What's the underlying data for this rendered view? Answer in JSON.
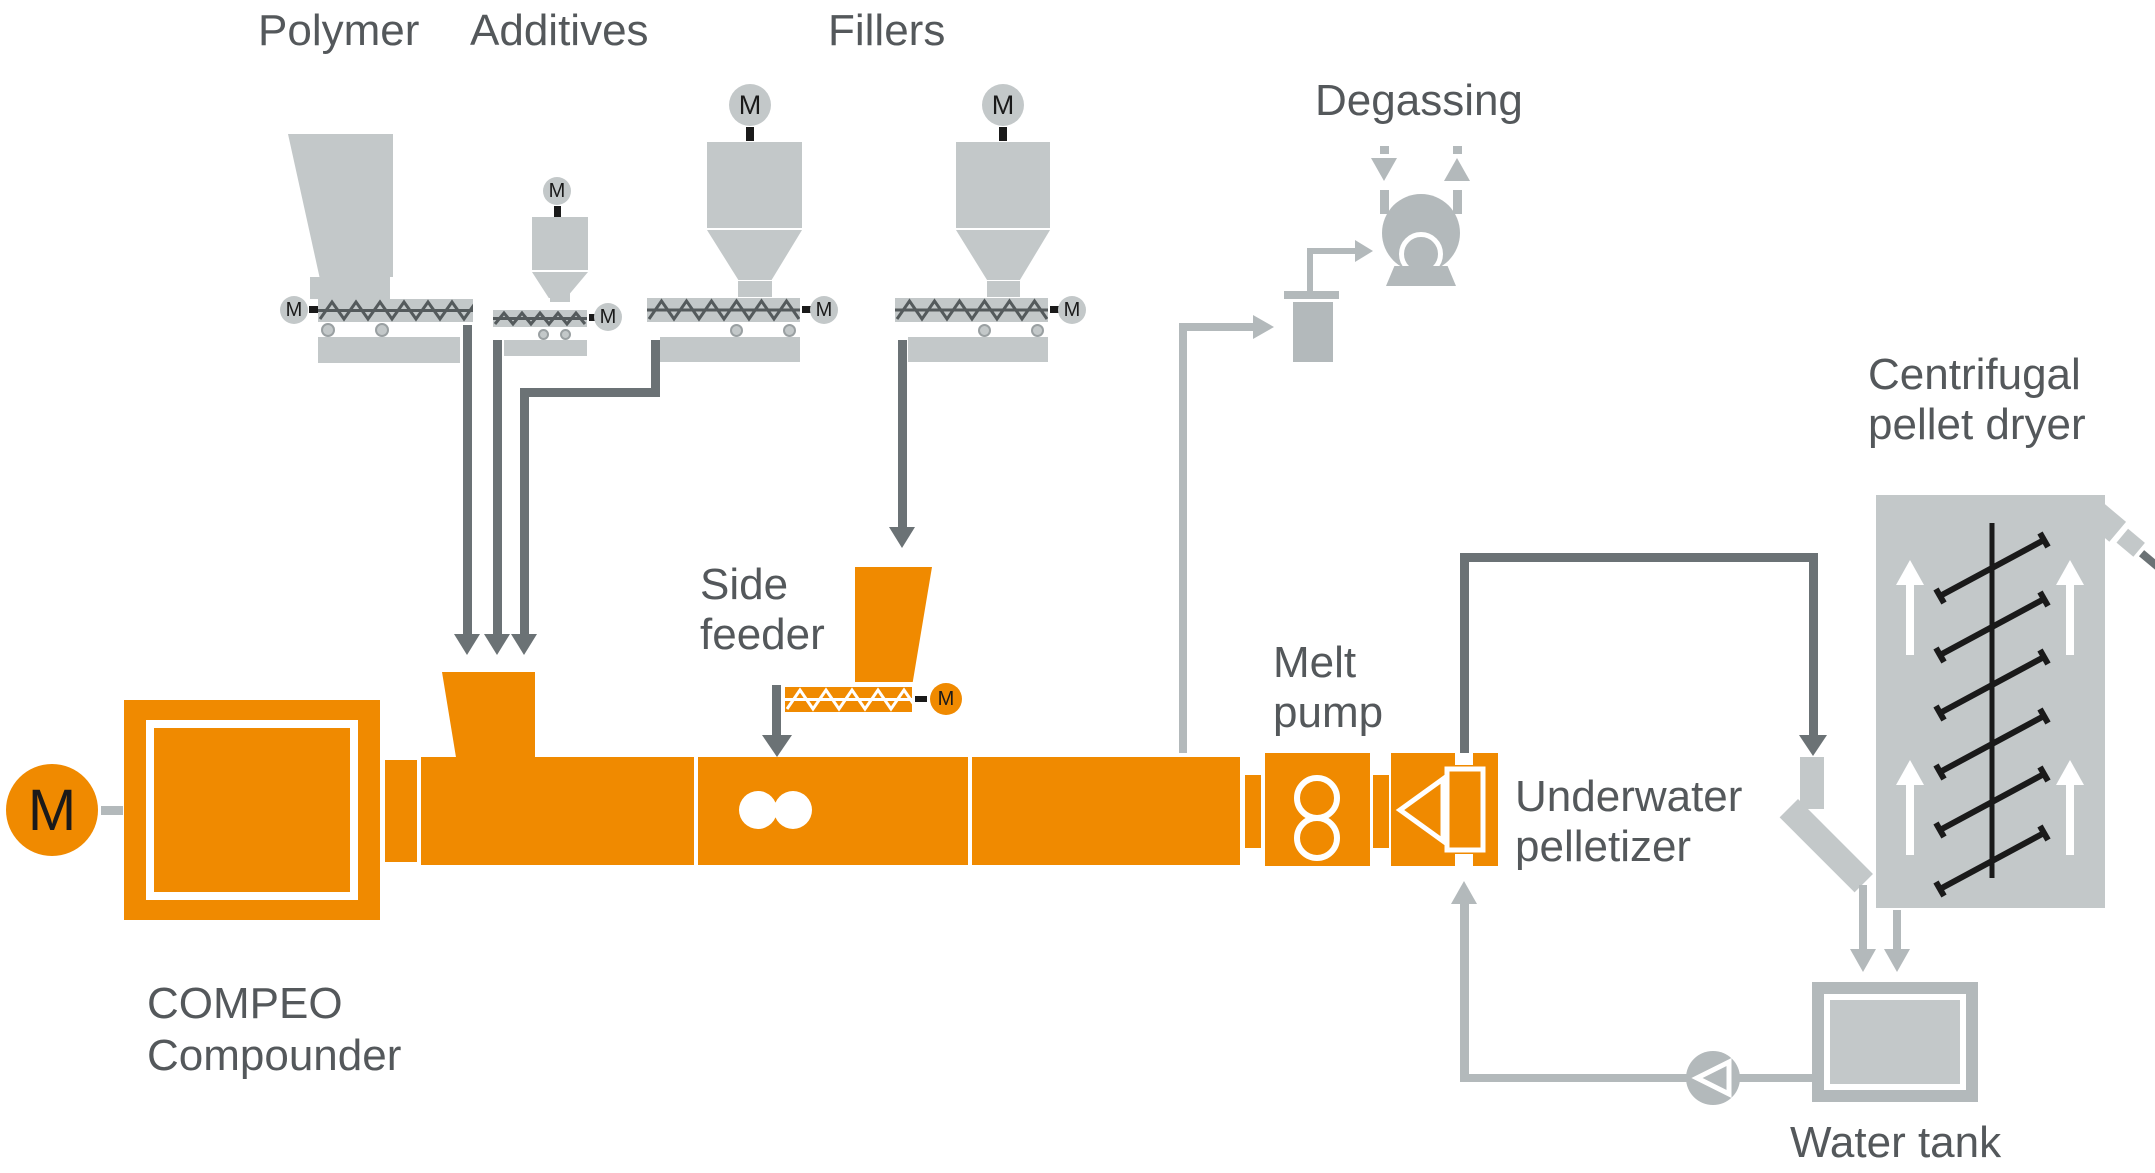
{
  "diagram": {
    "motor_label": "M",
    "labels": {
      "polymer": "Polymer",
      "additives": "Additives",
      "fillers": "Fillers",
      "degassing": "Degassing",
      "dryer_line1": "Centrifugal",
      "dryer_line2": "pellet dryer",
      "side_feeder_line1": "Side",
      "side_feeder_line2": "feeder",
      "melt_pump_line1": "Melt",
      "melt_pump_line2": "pump",
      "pelletizer_line1": "Underwater",
      "pelletizer_line2": "pelletizer",
      "compounder_line1": "COMPEO",
      "compounder_line2": "Compounder",
      "water_tank": "Water tank"
    },
    "colors": {
      "orange": "#F08A00",
      "machine_gray": "#C3C8C9",
      "line_gray": "#B3B9BB",
      "arrow_gray": "#6B7275",
      "screw_dark": "#545A5C",
      "text": "#54585B",
      "black": "#1A1A1A"
    }
  }
}
